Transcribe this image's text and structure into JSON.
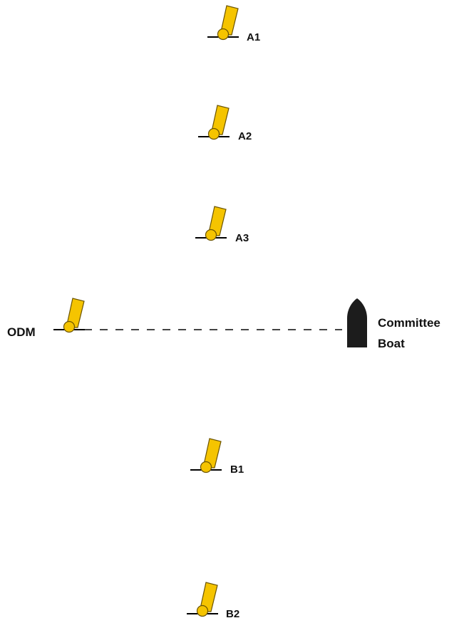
{
  "marks": [
    {
      "id": "a1",
      "label": "A1"
    },
    {
      "id": "a2",
      "label": "A2"
    },
    {
      "id": "a3",
      "label": "A3"
    },
    {
      "id": "odm",
      "label": "ODM"
    },
    {
      "id": "b1",
      "label": "B1"
    },
    {
      "id": "b2",
      "label": "B2"
    }
  ],
  "committee_boat": {
    "label_line1": "Committee",
    "label_line2": "Boat"
  },
  "colors": {
    "flag": "#f5c400",
    "flag_outline": "#6b5400",
    "ball": "#f5c400",
    "boat": "#1c1c1c",
    "line": "#444444",
    "text": "#111111"
  }
}
